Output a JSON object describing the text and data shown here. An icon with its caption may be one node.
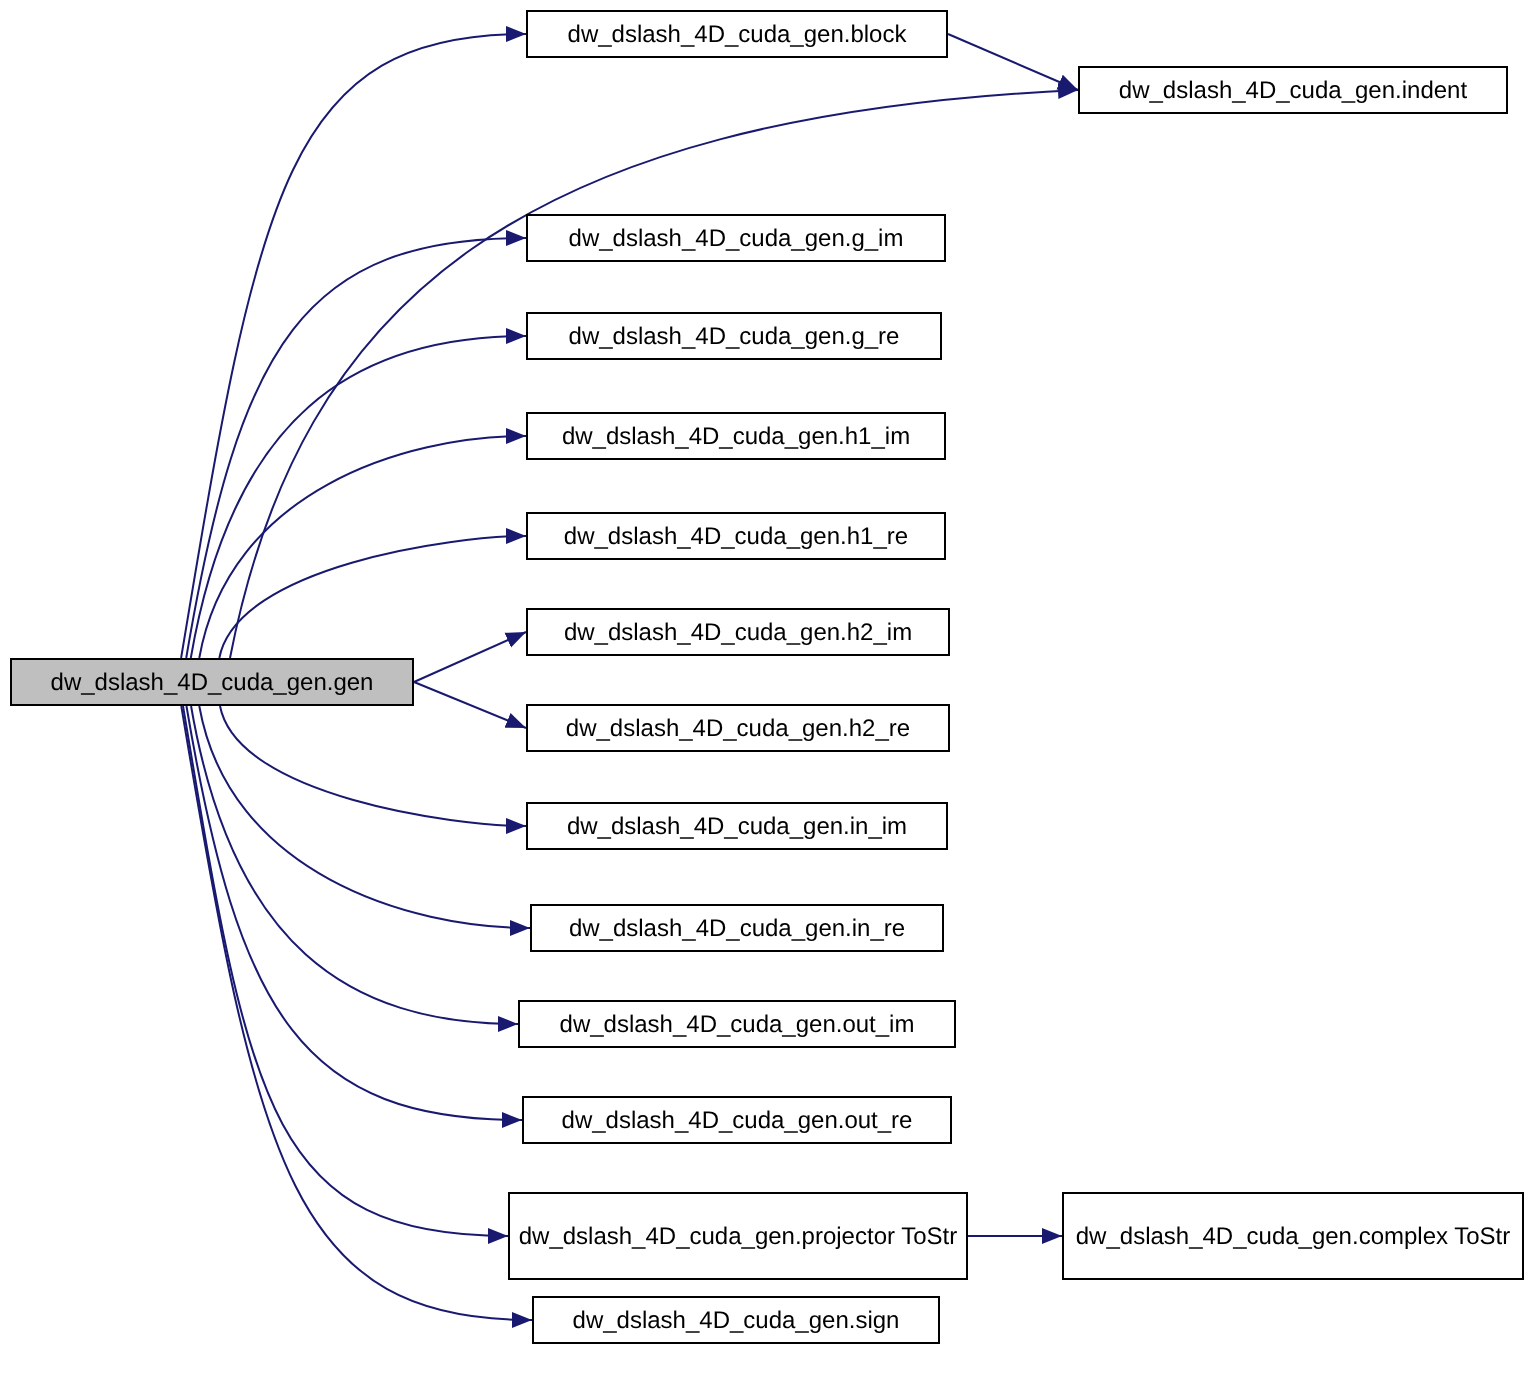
{
  "diagram": {
    "nodes": [
      {
        "text": [
          "dw_dslash_4D_cuda_gen.gen"
        ]
      },
      {
        "text": [
          "dw_dslash_4D_cuda_gen.block"
        ]
      },
      {
        "text": [
          "dw_dslash_4D_cuda_gen.indent"
        ]
      },
      {
        "text": [
          "dw_dslash_4D_cuda_gen.g_im"
        ]
      },
      {
        "text": [
          "dw_dslash_4D_cuda_gen.g_re"
        ]
      },
      {
        "text": [
          "dw_dslash_4D_cuda_gen.h1_im"
        ]
      },
      {
        "text": [
          "dw_dslash_4D_cuda_gen.h1_re"
        ]
      },
      {
        "text": [
          "dw_dslash_4D_cuda_gen.h2_im"
        ]
      },
      {
        "text": [
          "dw_dslash_4D_cuda_gen.h2_re"
        ]
      },
      {
        "text": [
          "dw_dslash_4D_cuda_gen.in_im"
        ]
      },
      {
        "text": [
          "dw_dslash_4D_cuda_gen.in_re"
        ]
      },
      {
        "text": [
          "dw_dslash_4D_cuda_gen.out_im"
        ]
      },
      {
        "text": [
          "dw_dslash_4D_cuda_gen.out_re"
        ]
      },
      {
        "text": [
          "dw_dslash_4D_cuda_gen.projector ToStr"
        ]
      },
      {
        "text": [
          "dw_dslash_4D_cuda_gen.sign"
        ]
      },
      {
        "text": [
          "dw_dslash_4D_cuda_gen.complex ToStr"
        ]
      }
    ],
    "edges": [
      {
        "from": 0,
        "to": 1,
        "arrow": "to"
      },
      {
        "from": 1,
        "to": 2,
        "arrow": "to"
      },
      {
        "from": 0,
        "to": 2,
        "arrow": "to"
      },
      {
        "from": 0,
        "to": 3,
        "arrow": "to"
      },
      {
        "from": 0,
        "to": 4,
        "arrow": "to"
      },
      {
        "from": 0,
        "to": 5,
        "arrow": "to"
      },
      {
        "from": 0,
        "to": 6,
        "arrow": "to"
      },
      {
        "from": 0,
        "to": 7,
        "arrow": "to"
      },
      {
        "from": 0,
        "to": 8,
        "arrow": "to"
      },
      {
        "from": 0,
        "to": 9,
        "arrow": "to"
      },
      {
        "from": 0,
        "to": 10,
        "arrow": "to"
      },
      {
        "from": 0,
        "to": 11,
        "arrow": "to"
      },
      {
        "from": 0,
        "to": 12,
        "arrow": "to"
      },
      {
        "from": 0,
        "to": 13,
        "arrow": "to"
      },
      {
        "from": 0,
        "to": 14,
        "arrow": "to"
      },
      {
        "from": 13,
        "to": 15,
        "arrow": "to"
      }
    ]
  }
}
